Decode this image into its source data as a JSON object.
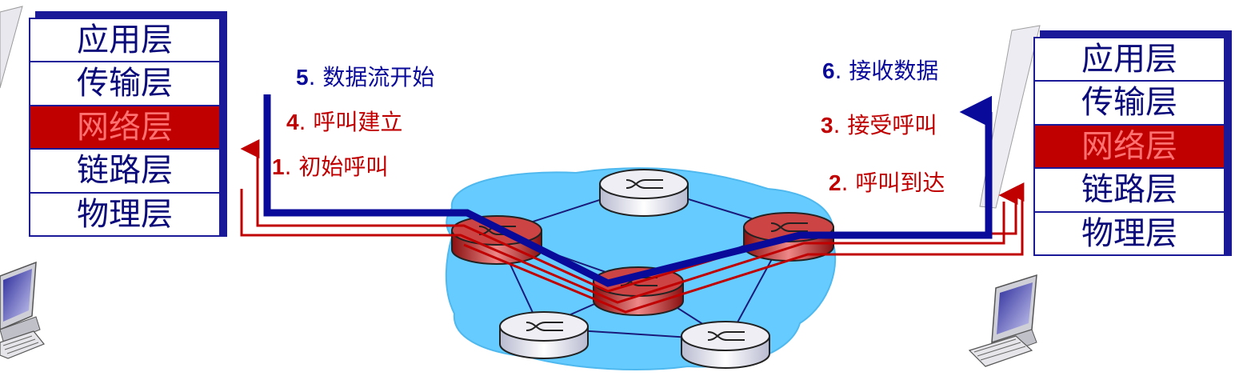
{
  "left_stack": {
    "layers": [
      "应用层",
      "传输层",
      "网络层",
      "链路层",
      "物理层"
    ],
    "highlighted_layer": "网络层"
  },
  "right_stack": {
    "layers": [
      "应用层",
      "传输层",
      "网络层",
      "链路层",
      "物理层"
    ],
    "highlighted_layer": "网络层"
  },
  "steps": {
    "s1": {
      "num": "1",
      "text": ". 初始呼叫",
      "color": "#c00000"
    },
    "s2": {
      "num": "2",
      "text": ". 呼叫到达",
      "color": "#c00000"
    },
    "s3": {
      "num": "3",
      "text": ". 接受呼叫",
      "color": "#c00000"
    },
    "s4": {
      "num": "4",
      "text": ". 呼叫建立",
      "color": "#c00000"
    },
    "s5": {
      "num": "5",
      "text": ". 数据流开始",
      "color": "#0a0a9a"
    },
    "s6": {
      "num": "6",
      "text": ". 接收数据",
      "color": "#0a0a9a"
    }
  },
  "colors": {
    "signal_path": "#c00000",
    "data_path": "#0a0a9a",
    "network_cloud": "#66ccff",
    "active_router": "#cc4444",
    "idle_router": "#d8dae8"
  },
  "icons": [
    "computer-icon",
    "router-icon"
  ]
}
